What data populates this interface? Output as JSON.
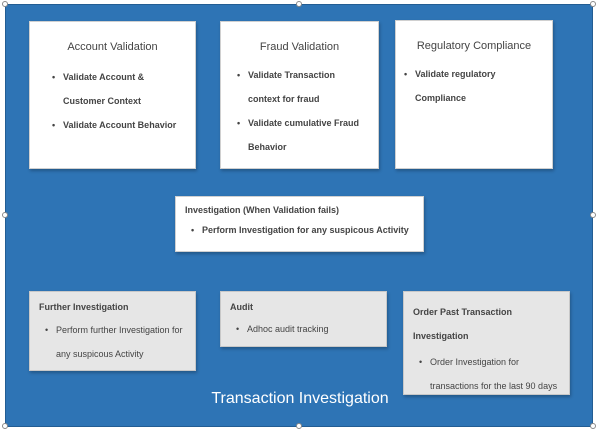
{
  "diagram": {
    "title": "Transaction Investigation",
    "account_validation": {
      "title": "Account Validation",
      "items": [
        "Validate Account & Customer Context",
        "Validate Account Behavior"
      ]
    },
    "fraud_validation": {
      "title": "Fraud Validation",
      "items": [
        "Validate Transaction context for fraud",
        "Validate cumulative Fraud Behavior"
      ]
    },
    "regulatory_compliance": {
      "title": "Regulatory Compliance",
      "items": [
        "Validate regulatory Compliance"
      ]
    },
    "investigation": {
      "title": "Investigation (When Validation fails)",
      "items": [
        "Perform Investigation for any suspicous Activity"
      ]
    },
    "further_investigation": {
      "title": "Further Investigation",
      "items": [
        "Perform further Investigation for any suspicous Activity"
      ]
    },
    "audit": {
      "title": "Audit",
      "items": [
        "Adhoc audit tracking"
      ]
    },
    "order_past": {
      "title": "Order Past Transaction Investigation",
      "items": [
        "Order Investigation for transactions for the last 90 days"
      ]
    }
  },
  "colors": {
    "container": "#2e74b5",
    "card": "#ffffff",
    "grey_card": "#e6e6e6",
    "text": "#444444"
  }
}
